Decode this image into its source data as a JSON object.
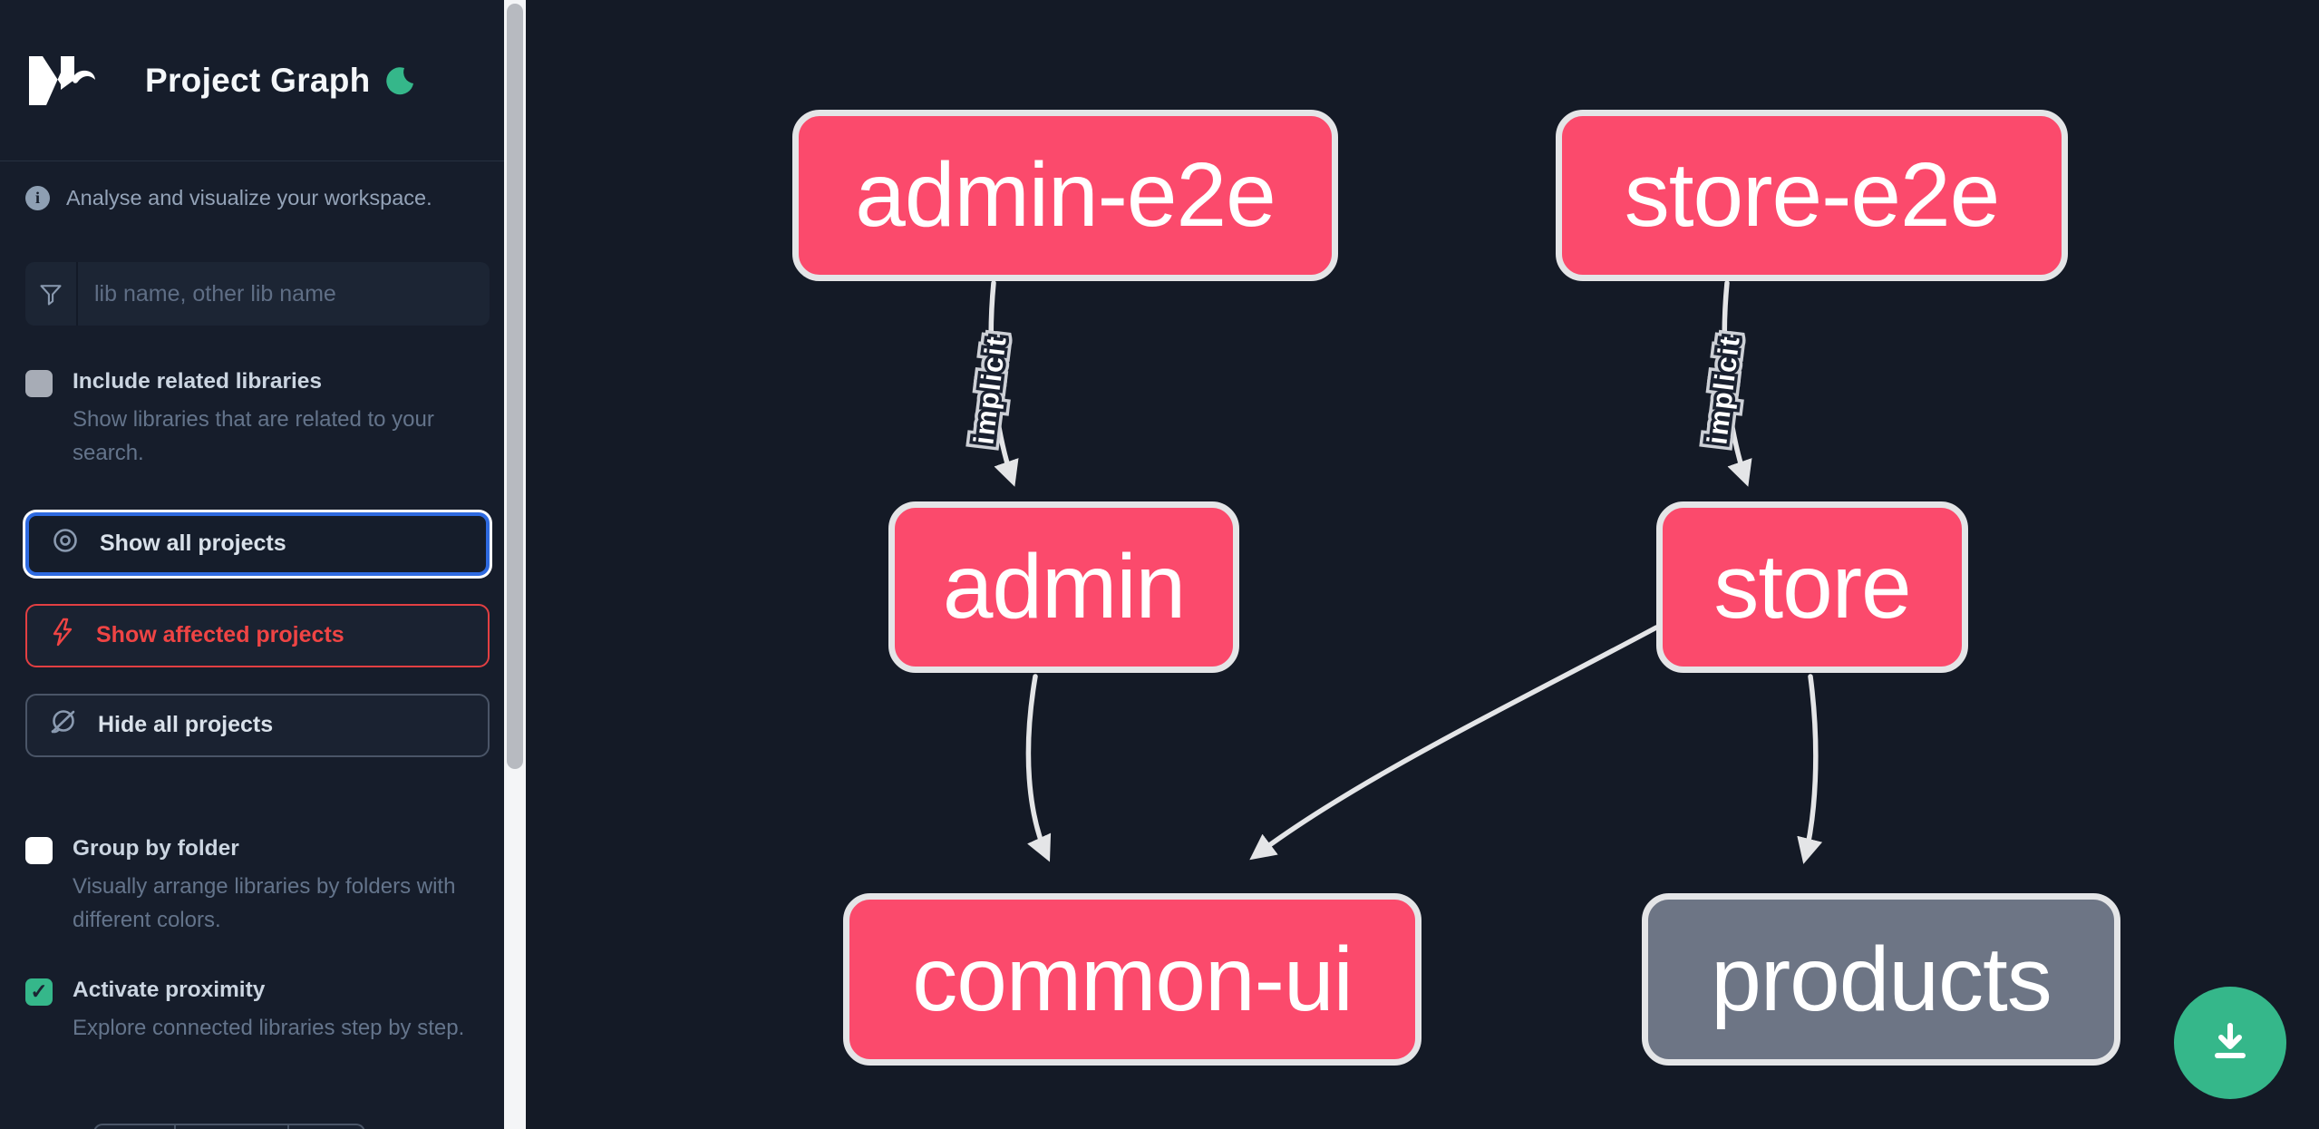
{
  "header": {
    "logo": "nx-logo",
    "title": "Project Graph",
    "theme_toggle": "moon-icon"
  },
  "sidebar": {
    "tagline": "Analyse and visualize your workspace.",
    "search": {
      "icon": "funnel-icon",
      "placeholder": "lib name, other lib name",
      "value": ""
    },
    "include_related": {
      "label": "Include related libraries",
      "description": "Show libraries that are related to your search.",
      "checked": false
    },
    "actions": [
      {
        "label": "Show all projects",
        "icon": "eye-icon",
        "state": "focused"
      },
      {
        "label": "Show affected projects",
        "icon": "lightning-icon",
        "state": "affected"
      },
      {
        "label": "Hide all projects",
        "icon": "eye-off-icon",
        "state": "default"
      }
    ],
    "group_by_folder": {
      "label": "Group by folder",
      "description": "Visually arrange libraries by folders with different colors.",
      "checked": false
    },
    "activate_proximity": {
      "label": "Activate proximity",
      "description": "Explore connected libraries step by step.",
      "checked": true
    },
    "checkmark": "✓"
  },
  "graph": {
    "nodes": [
      {
        "id": "admin-e2e",
        "label": "admin-e2e",
        "kind": "affected"
      },
      {
        "id": "store-e2e",
        "label": "store-e2e",
        "kind": "affected"
      },
      {
        "id": "admin",
        "label": "admin",
        "kind": "affected"
      },
      {
        "id": "store",
        "label": "store",
        "kind": "affected"
      },
      {
        "id": "common-ui",
        "label": "common-ui",
        "kind": "affected"
      },
      {
        "id": "products",
        "label": "products",
        "kind": "unaffected"
      }
    ],
    "edges": [
      {
        "from": "admin-e2e",
        "to": "admin",
        "label": "implicit",
        "type": "implicit"
      },
      {
        "from": "store-e2e",
        "to": "store",
        "label": "implicit",
        "type": "implicit"
      },
      {
        "from": "admin",
        "to": "common-ui",
        "label": "",
        "type": "static"
      },
      {
        "from": "store",
        "to": "common-ui",
        "label": "",
        "type": "static"
      },
      {
        "from": "store",
        "to": "products",
        "label": "",
        "type": "static"
      }
    ]
  },
  "fab": {
    "icon": "download-icon"
  },
  "colors": {
    "background": "#141a26",
    "sidebar_background": "#161d2b",
    "affected_node": "#fb4a6c",
    "unaffected_node": "#6d7585",
    "edge": "#e4e5e7",
    "accent_green": "#35b78a",
    "focus_blue": "#2e6ae0",
    "affected_red": "#ef4444"
  }
}
